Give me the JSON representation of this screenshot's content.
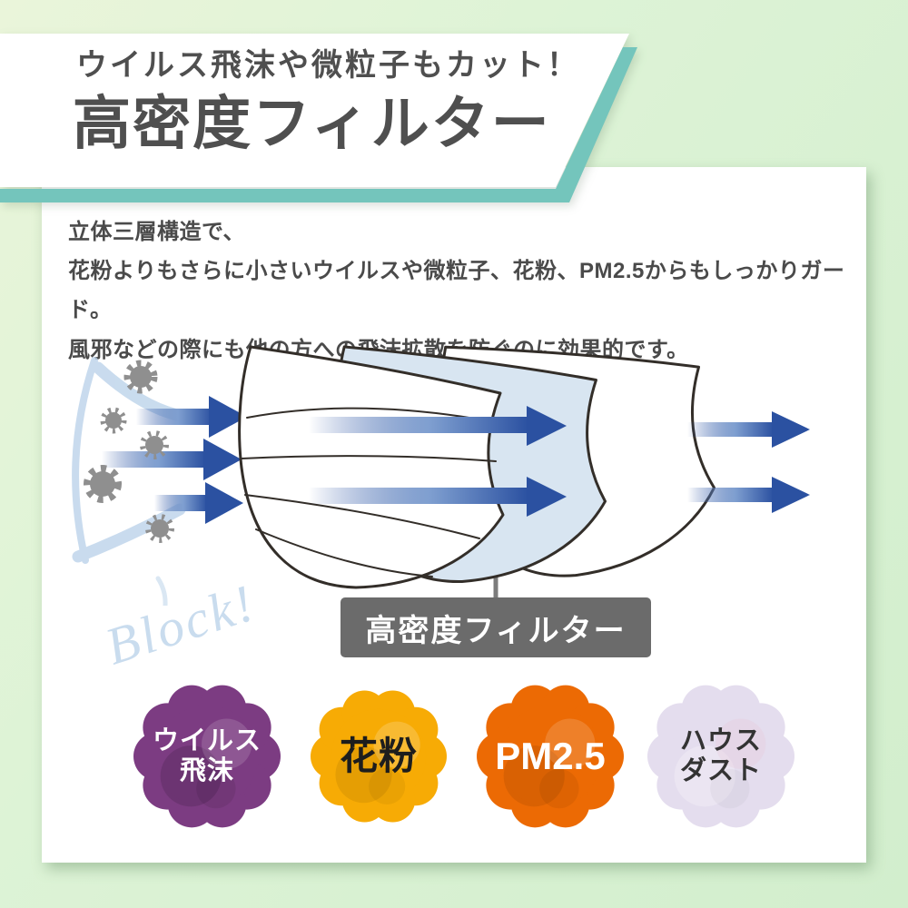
{
  "header": {
    "subtitle": "ウイルス飛沫や微粒子もカット！",
    "title": "高密度フィルター"
  },
  "description": {
    "line1": "立体三層構造で、",
    "line2": "花粉よりもさらに小さいウイルスや微粒子、花粉、PM2.5からもしっかりガード。",
    "line3": "風邪などの際にも他の方への飛沫拡散を防ぐのに効果的です。"
  },
  "diagram": {
    "filter_label": "高密度フィルター",
    "block_text": "Block!"
  },
  "badges": [
    {
      "line1": "ウイルス",
      "line2": "飛沫",
      "color": "#7c3c82",
      "text_color": "#ffffff"
    },
    {
      "line1": "花粉",
      "line2": "",
      "color": "#f7ab05",
      "text_color": "#1d1d1d"
    },
    {
      "line1": "PM2.5",
      "line2": "",
      "color": "#ec6a04",
      "text_color": "#ffffff"
    },
    {
      "line1": "ハウス",
      "line2": "ダスト",
      "color": "#e4ddee",
      "text_color": "#333333"
    }
  ],
  "colors": {
    "accent_teal": "#74c5bc",
    "background_green": "#d9f2d3",
    "arrow_blue": "#2b51a1",
    "filter_blue": "#d8e5f1",
    "label_gray": "#6b6b6b",
    "title_gray": "#4f4f4f",
    "block_blue": "#c9dcee",
    "particle_gray": "#8f8f8f"
  },
  "icons": {
    "virus_particle": "spiky-circle",
    "airflow_arrow": "right-arrow",
    "flower_badge": "scalloped-circle"
  }
}
